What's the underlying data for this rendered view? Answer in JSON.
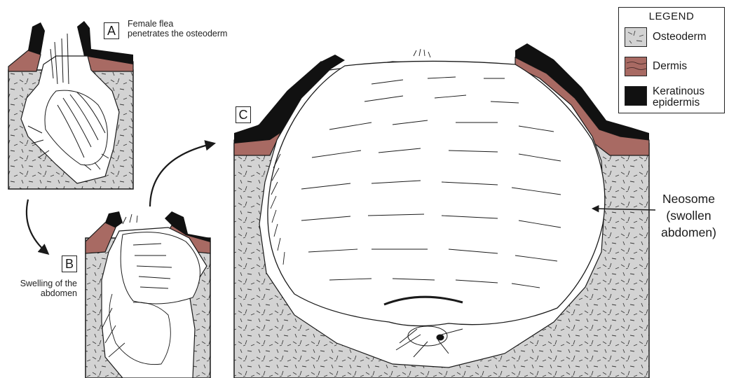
{
  "panels": {
    "a": {
      "letter": "A",
      "caption_line1": "Female flea",
      "caption_line2": "penetrates the osteoderm"
    },
    "b": {
      "letter": "B",
      "caption_line1": "Swelling of the",
      "caption_line2": "abdomen"
    },
    "c": {
      "letter": "C"
    }
  },
  "legend": {
    "title": "LEGEND",
    "items": [
      {
        "label": "Osteoderm",
        "color": "#d3d3d3"
      },
      {
        "label": "Dermis",
        "color": "#a86a63"
      },
      {
        "label_line1": "Keratinous",
        "label_line2": "epidermis",
        "color": "#111111"
      }
    ]
  },
  "annotation": {
    "line1": "Neosome",
    "line2": "(swollen",
    "line3": "abdomen)"
  },
  "colors": {
    "osteoderm": "#d3d3d3",
    "dermis": "#a86a63",
    "epidermis": "#111111",
    "outline": "#1a1a1a"
  }
}
